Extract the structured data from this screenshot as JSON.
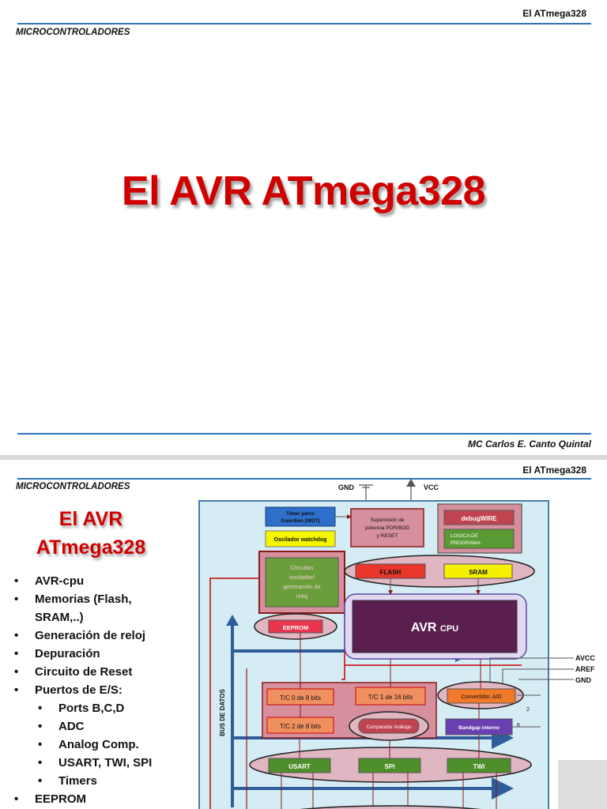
{
  "slide1": {
    "header_right": "El ATmega328",
    "header_left": "MICROCONTROLADORES",
    "title": "El AVR ATmega328",
    "author": "MC Carlos E. Canto Quintal"
  },
  "slide2": {
    "header_right": "El ATmega328",
    "header_left": "MICROCONTROLADORES",
    "title_line1": "El AVR",
    "title_line2": "ATmega328",
    "bullets": [
      {
        "text": "AVR-cpu",
        "level": 1
      },
      {
        "text": "Memorias (Flash,",
        "level": 1
      },
      {
        "text": "SRAM,..)",
        "level": 0
      },
      {
        "text": "Generación de reloj",
        "level": 1
      },
      {
        "text": "Depuración",
        "level": 1
      },
      {
        "text": "Circuito de Reset",
        "level": 1
      },
      {
        "text": "Puertos de E/S:",
        "level": 1
      },
      {
        "text": "Ports B,C,D",
        "level": 2
      },
      {
        "text": "ADC",
        "level": 2
      },
      {
        "text": "Analog Comp.",
        "level": 2
      },
      {
        "text": "USART, TWI, SPI",
        "level": 2
      },
      {
        "text": "Timers",
        "level": 2
      },
      {
        "text": "EEPROM",
        "level": 1
      }
    ],
    "diagram": {
      "gnd_top": "GND",
      "vcc_top": "VCC",
      "wdt": "Timer perro Guardián (WDT)",
      "osc_wd": "Oscilador watchdog",
      "supervision": "Supervisión de potencia POR/BOD y RESET",
      "debugwire": "debugWIRE",
      "logica": "LOGICA DE PROGRAMA",
      "circuitos": "Circuitos oscilador/ generación de reloj",
      "flash": "FLASH",
      "sram": "SRAM",
      "avr_cpu": "AVR CPU",
      "eeprom": "EEPROM",
      "avcc": "AVCC",
      "aref": "AREF",
      "gnd_right": "GND",
      "tc0": "T/C 0 de 8 bits",
      "tc1": "T/C 1 de 16 bits",
      "convertidor": "Convertidor. A/D",
      "tc2": "T/C 2 de 8 bits",
      "comparador": "Comparador Análogo",
      "bandgap": "Bandgap interno",
      "bus": "BUS DE DATOS",
      "usart": "USART",
      "spi": "SPI",
      "twi": "TWI",
      "num2": "2",
      "num6": "6"
    },
    "colors": {
      "accent_red": "#d00000",
      "rule_blue": "#2e74b5",
      "diagram_bg": "#d5ecf4",
      "peripheral_green": "#4e8f2c",
      "cpu_purple": "#5a1f4f"
    }
  }
}
